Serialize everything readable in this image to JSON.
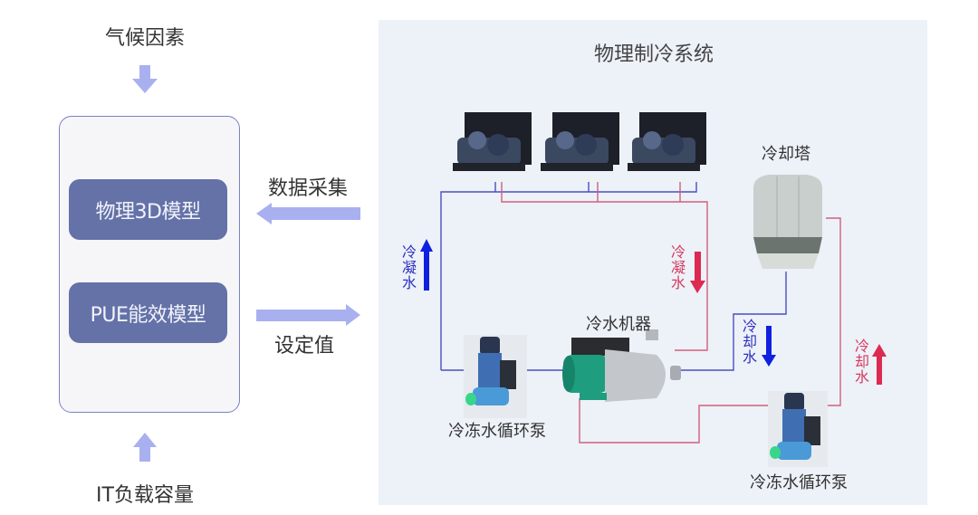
{
  "left": {
    "top_input": "气候因素",
    "bottom_input": "IT负载容量",
    "models": [
      {
        "label": "物理3D模型"
      },
      {
        "label": "PUE能效模型"
      }
    ]
  },
  "connectors": {
    "data_collection": "数据采集",
    "setpoint": "设定值"
  },
  "system": {
    "title": "物理制冷系统",
    "equipment": {
      "compressor_units_count": 3,
      "cooling_tower": "冷却塔",
      "chiller": "冷水机器",
      "pump_left": "冷冻水循环泵",
      "pump_right": "冷冻水循环泵"
    },
    "flows": [
      {
        "chars": [
          "冷",
          "凝",
          "水"
        ],
        "direction": "up",
        "color": "blue"
      },
      {
        "chars": [
          "冷",
          "凝",
          "水"
        ],
        "direction": "down",
        "color": "red"
      },
      {
        "chars": [
          "冷",
          "却",
          "水"
        ],
        "direction": "down",
        "color": "blue"
      },
      {
        "chars": [
          "冷",
          "却",
          "水"
        ],
        "direction": "up",
        "color": "red"
      }
    ]
  },
  "colors": {
    "arrow_light": "#a9b0f0",
    "model_fill": "#6472a8",
    "panel_bg": "#edf1f8",
    "blue_pipe": "#4a4fc0",
    "red_pipe": "#d0607a",
    "blue_arrow": "#1020e0",
    "red_arrow": "#dc2a50"
  }
}
